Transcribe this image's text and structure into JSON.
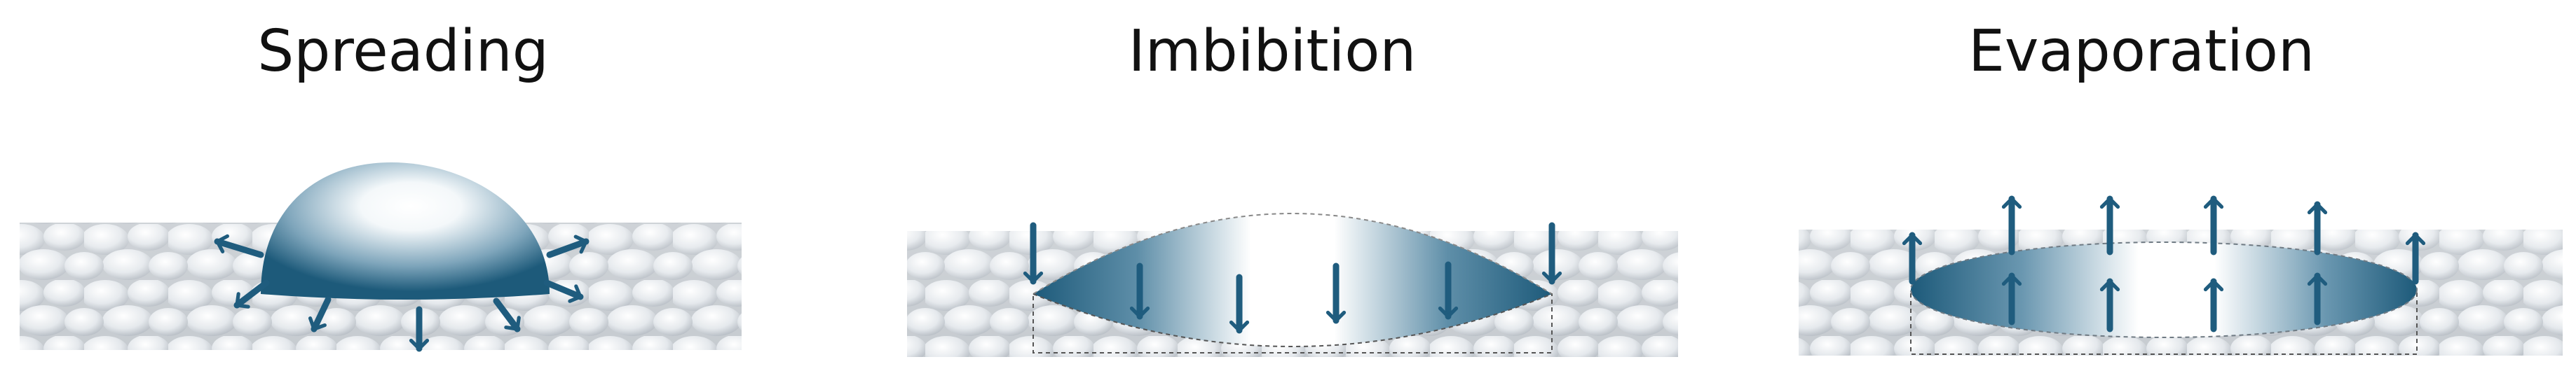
{
  "panels": [
    {
      "title": "Spreading"
    },
    {
      "title": "Imbibition"
    },
    {
      "title": "Evaporation"
    }
  ],
  "colors": {
    "arrow": "#1f5c7e",
    "droplet_dark": "#1d5a7a",
    "droplet_light": "#ffffff",
    "substrate": "#d3d7db"
  },
  "icons": {
    "arrow": "arrow-icon",
    "substrate": "porous-substrate-texture"
  }
}
